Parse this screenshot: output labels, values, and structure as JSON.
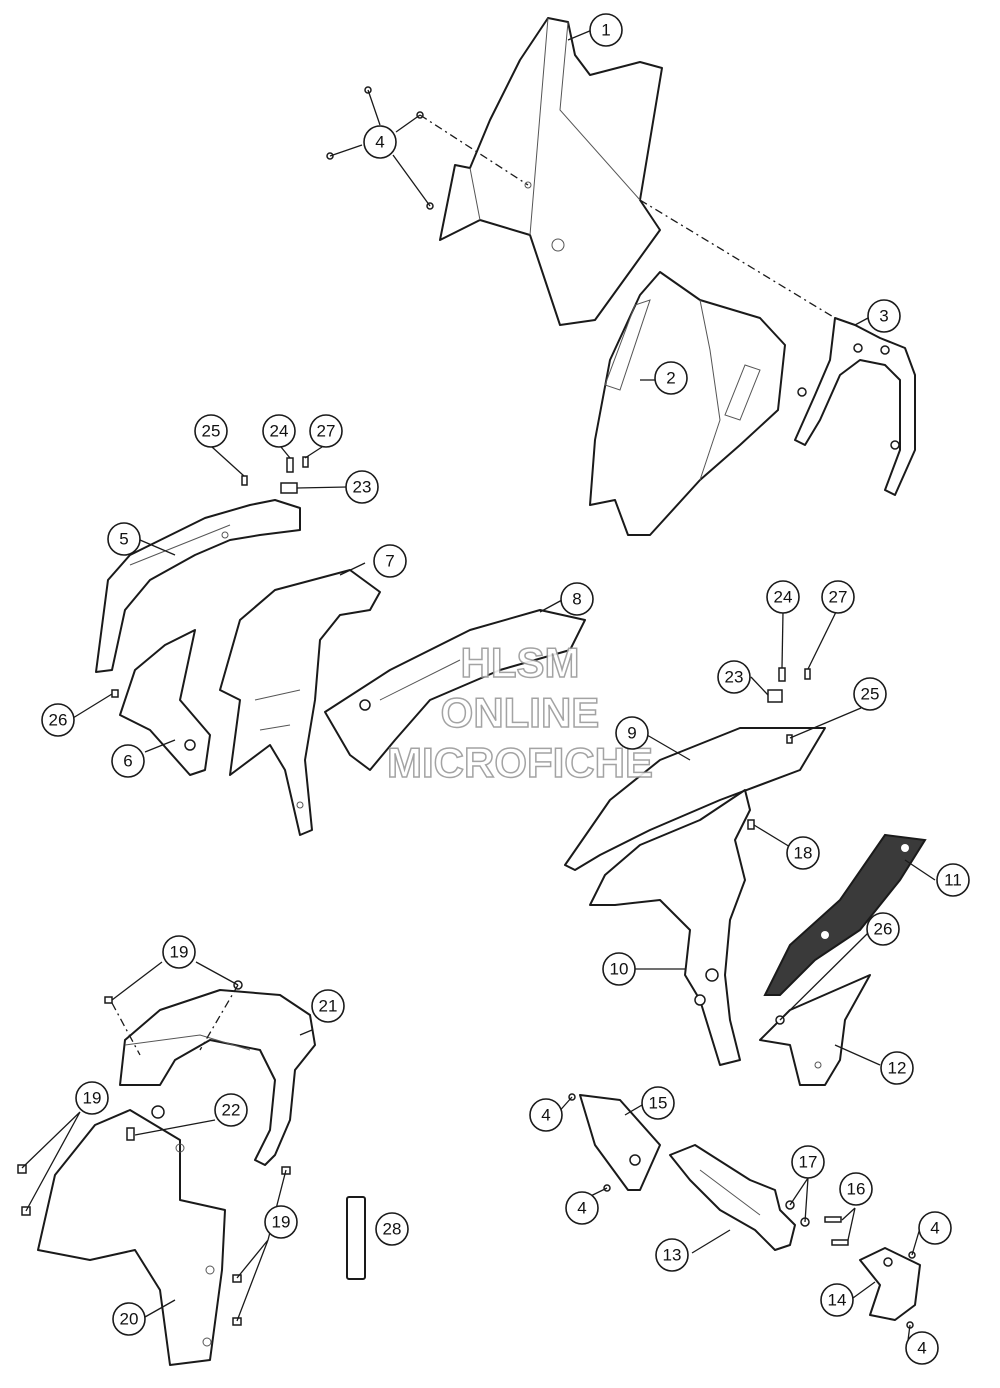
{
  "watermark": {
    "line1": "HLSM",
    "line2": "ONLINE",
    "line3": "MICROFICHE"
  },
  "callouts": [
    {
      "label": "1"
    },
    {
      "label": "2"
    },
    {
      "label": "3"
    },
    {
      "label": "4"
    },
    {
      "label": "4"
    },
    {
      "label": "4"
    },
    {
      "label": "4"
    },
    {
      "label": "4"
    },
    {
      "label": "5"
    },
    {
      "label": "6"
    },
    {
      "label": "7"
    },
    {
      "label": "8"
    },
    {
      "label": "9"
    },
    {
      "label": "10"
    },
    {
      "label": "11"
    },
    {
      "label": "12"
    },
    {
      "label": "13"
    },
    {
      "label": "14"
    },
    {
      "label": "15"
    },
    {
      "label": "16"
    },
    {
      "label": "17"
    },
    {
      "label": "18"
    },
    {
      "label": "19"
    },
    {
      "label": "19"
    },
    {
      "label": "19"
    },
    {
      "label": "20"
    },
    {
      "label": "21"
    },
    {
      "label": "22"
    },
    {
      "label": "23"
    },
    {
      "label": "23"
    },
    {
      "label": "24"
    },
    {
      "label": "24"
    },
    {
      "label": "25"
    },
    {
      "label": "25"
    },
    {
      "label": "26"
    },
    {
      "label": "26"
    },
    {
      "label": "27"
    },
    {
      "label": "27"
    },
    {
      "label": "28"
    }
  ]
}
